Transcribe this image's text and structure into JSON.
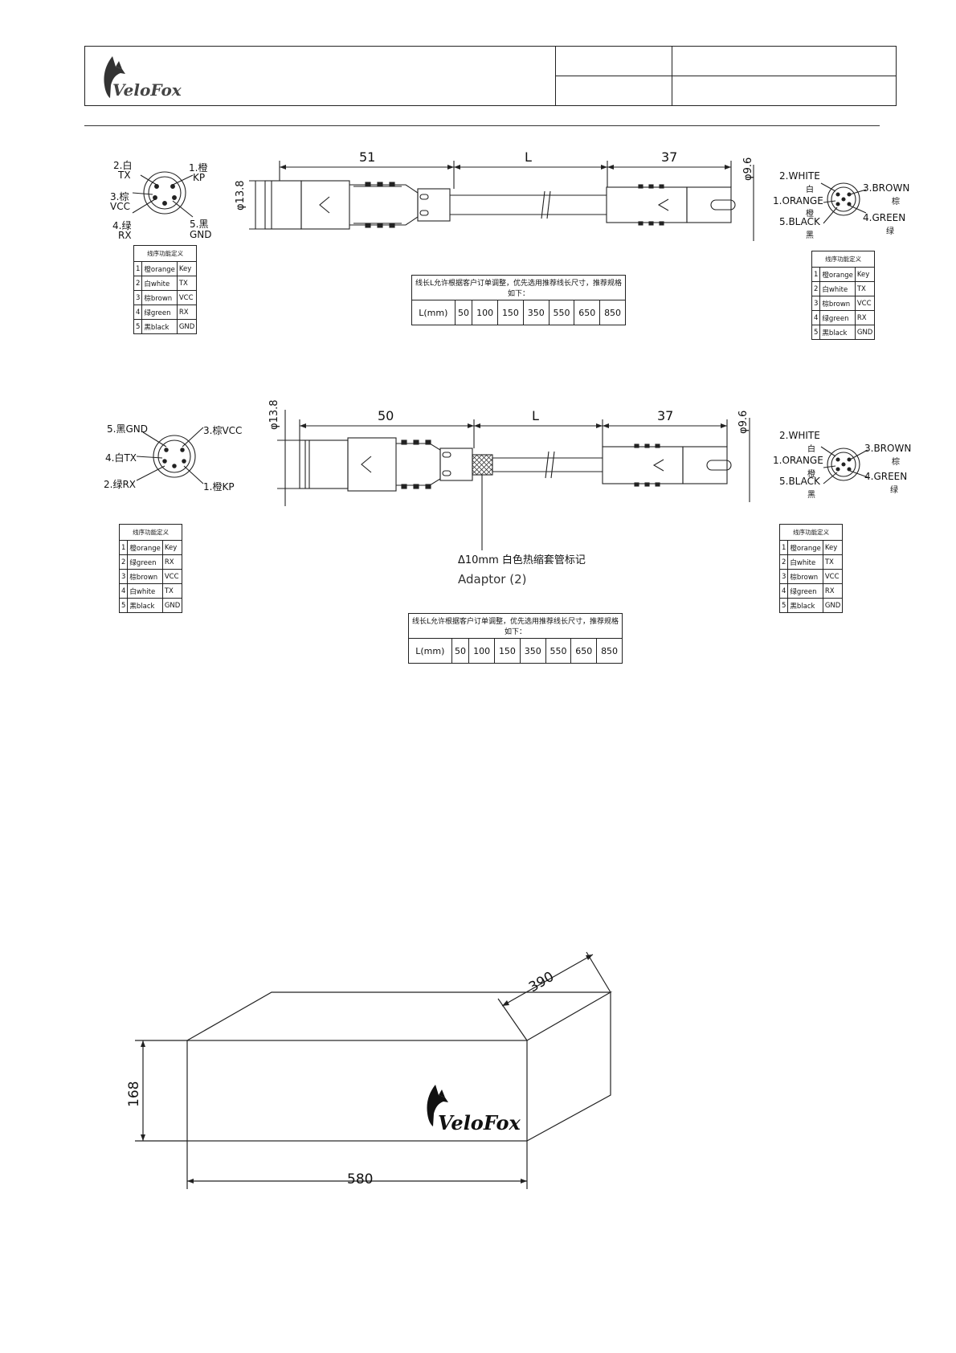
{
  "header": {
    "brand": "VeloFox",
    "cells": [
      "",
      "",
      "",
      ""
    ]
  },
  "drawing1": {
    "dims": {
      "left_len": "51",
      "mid_len": "L",
      "right_len": "37",
      "left_dia": "φ13.8",
      "right_dia": "φ9.6"
    },
    "left_pins": {
      "p1": "1.橙",
      "p1b": "KP",
      "p2": "2.白",
      "p2b": "TX",
      "p3": "3.棕",
      "p3b": "VCC",
      "p4": "4.绿",
      "p4b": "RX",
      "p5": "5.黑",
      "p5b": "GND"
    },
    "right_pins": {
      "p1": "1.ORANGE",
      "p1b": "橙",
      "p2": "2.WHITE",
      "p2b": "白",
      "p3": "3.BROWN",
      "p3b": "棕",
      "p4": "4.GREEN",
      "p4b": "绿",
      "p5": "5.BLACK",
      "p5b": "黑"
    },
    "left_table": {
      "title": "线序功能定义",
      "rows": [
        [
          "1",
          "橙orange",
          "Key"
        ],
        [
          "2",
          "白white",
          "TX"
        ],
        [
          "3",
          "棕brown",
          "VCC"
        ],
        [
          "4",
          "绿green",
          "RX"
        ],
        [
          "5",
          "黑black",
          "GND"
        ]
      ]
    },
    "right_table": {
      "title": "线序功能定义",
      "rows": [
        [
          "1",
          "橙orange",
          "Key"
        ],
        [
          "2",
          "白white",
          "TX"
        ],
        [
          "3",
          "棕brown",
          "VCC"
        ],
        [
          "4",
          "绿green",
          "RX"
        ],
        [
          "5",
          "黑black",
          "GND"
        ]
      ]
    },
    "length_table": {
      "note": "线长L允许根据客户订单调整，优先选用推荐线长尺寸，推荐规格如下：",
      "label": "L(mm)",
      "values": [
        "50",
        "100",
        "150",
        "350",
        "550",
        "650",
        "850"
      ]
    }
  },
  "drawing2": {
    "dims": {
      "left_len": "50",
      "mid_len": "L",
      "right_len": "37",
      "left_dia": "φ13.8",
      "right_dia": "φ9.6"
    },
    "left_pins": {
      "p5": "5.黑GND",
      "p3": "3.棕VCC",
      "p4": "4.白TX",
      "p2": "2.绿RX",
      "p1": "1.橙KP"
    },
    "right_pins": {
      "p1": "1.ORANGE",
      "p1b": "橙",
      "p2": "2.WHITE",
      "p2b": "白",
      "p3": "3.BROWN",
      "p3b": "棕",
      "p4": "4.GREEN",
      "p4b": "绿",
      "p5": "5.BLACK",
      "p5b": "黑"
    },
    "marker_note": "Δ10mm 白色热缩套管标记",
    "marker_sub": "Adaptor (2)",
    "left_table": {
      "title": "线序功能定义",
      "rows": [
        [
          "1",
          "橙orange",
          "Key"
        ],
        [
          "2",
          "绿green",
          "RX"
        ],
        [
          "3",
          "棕brown",
          "VCC"
        ],
        [
          "4",
          "白white",
          "TX"
        ],
        [
          "5",
          "黑black",
          "GND"
        ]
      ]
    },
    "right_table": {
      "title": "线序功能定义",
      "rows": [
        [
          "1",
          "橙orange",
          "Key"
        ],
        [
          "2",
          "白white",
          "TX"
        ],
        [
          "3",
          "棕brown",
          "VCC"
        ],
        [
          "4",
          "绿green",
          "RX"
        ],
        [
          "5",
          "黑black",
          "GND"
        ]
      ]
    },
    "length_table": {
      "note": "线长L允许根据客户订单调整，优先选用推荐线长尺寸，推荐规格如下：",
      "label": "L(mm)",
      "values": [
        "50",
        "100",
        "150",
        "350",
        "550",
        "650",
        "850"
      ]
    }
  },
  "box": {
    "width": "580",
    "height": "168",
    "depth": "390",
    "brand": "VeloFox"
  }
}
